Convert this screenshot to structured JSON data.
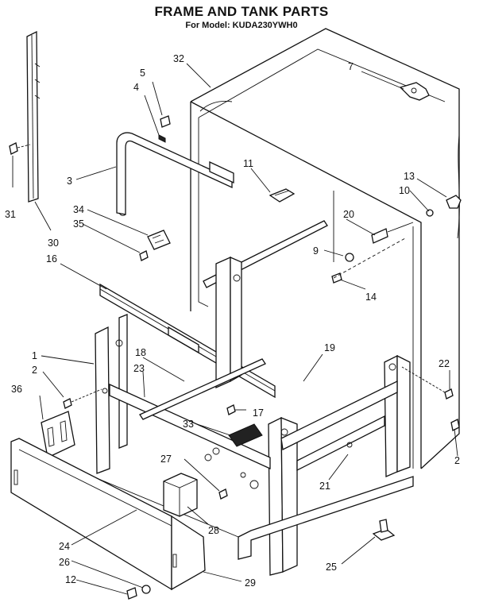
{
  "header": {
    "title": "FRAME AND TANK PARTS",
    "subtitle": "For Model: KUDA230YWH0"
  },
  "callouts": [
    {
      "id": "c1",
      "label": "1"
    },
    {
      "id": "c2a",
      "label": "2"
    },
    {
      "id": "c2b",
      "label": "2"
    },
    {
      "id": "c3",
      "label": "3"
    },
    {
      "id": "c4",
      "label": "4"
    },
    {
      "id": "c5",
      "label": "5"
    },
    {
      "id": "c7",
      "label": "7"
    },
    {
      "id": "c9",
      "label": "9"
    },
    {
      "id": "c10",
      "label": "10"
    },
    {
      "id": "c11",
      "label": "11"
    },
    {
      "id": "c12",
      "label": "12"
    },
    {
      "id": "c13",
      "label": "13"
    },
    {
      "id": "c14",
      "label": "14"
    },
    {
      "id": "c16",
      "label": "16"
    },
    {
      "id": "c17",
      "label": "17"
    },
    {
      "id": "c18",
      "label": "18"
    },
    {
      "id": "c19",
      "label": "19"
    },
    {
      "id": "c20",
      "label": "20"
    },
    {
      "id": "c21",
      "label": "21"
    },
    {
      "id": "c22",
      "label": "22"
    },
    {
      "id": "c23",
      "label": "23"
    },
    {
      "id": "c24",
      "label": "24"
    },
    {
      "id": "c25",
      "label": "25"
    },
    {
      "id": "c26",
      "label": "26"
    },
    {
      "id": "c27",
      "label": "27"
    },
    {
      "id": "c28",
      "label": "28"
    },
    {
      "id": "c29",
      "label": "29"
    },
    {
      "id": "c30",
      "label": "30"
    },
    {
      "id": "c31",
      "label": "31"
    },
    {
      "id": "c32",
      "label": "32"
    },
    {
      "id": "c33",
      "label": "33"
    },
    {
      "id": "c34",
      "label": "34"
    },
    {
      "id": "c35",
      "label": "35"
    },
    {
      "id": "c36",
      "label": "36"
    }
  ]
}
